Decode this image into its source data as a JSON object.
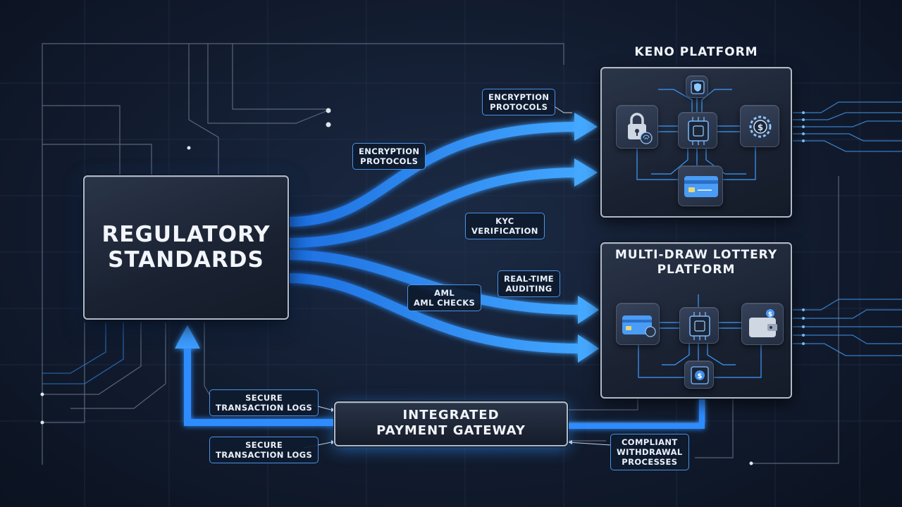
{
  "regulatory": {
    "title_line1": "REGULATORY",
    "title_line2": "STANDARDS"
  },
  "keno": {
    "title": "KENO PLATFORM"
  },
  "multi_draw": {
    "title_line1": "MULTI-DRAW LOTTERY",
    "title_line2": "PLATFORM"
  },
  "gateway": {
    "title_line1": "INTEGRATED",
    "title_line2": "PAYMENT GATEWAY"
  },
  "labels": {
    "enc_top": [
      "ENCRYPTION",
      "PROTOCOLS"
    ],
    "enc_mid": [
      "ENCRYPTION",
      "PROTOCOLS"
    ],
    "kyc": [
      "KYC",
      "VERIFICATION"
    ],
    "realtime": [
      "REAL-TIME",
      "AUDITING"
    ],
    "aml": [
      "AML",
      "AML CHECKS"
    ],
    "secure_top": [
      "SECURE",
      "TRANSACTION LOGS"
    ],
    "secure_bottom": [
      "SECURE",
      "TRANSACTION LOGS"
    ],
    "compliant": [
      "COMPLIANT",
      "WITHDRAWAL",
      "PROCESSES"
    ]
  },
  "icons": {
    "keno": [
      "lock-fingerprint-icon",
      "processor-chip-icon",
      "shield-chip-icon",
      "dollar-gear-icon",
      "credit-card-icon"
    ],
    "multi_draw": [
      "credit-card-icon",
      "processor-chip-icon",
      "wallet-icon",
      "dollar-chip-icon"
    ]
  },
  "colors": {
    "accent": "#2d8cff",
    "flow": "#3a9bff",
    "background": "#121c2f",
    "box_border": "#aeb9c9"
  }
}
